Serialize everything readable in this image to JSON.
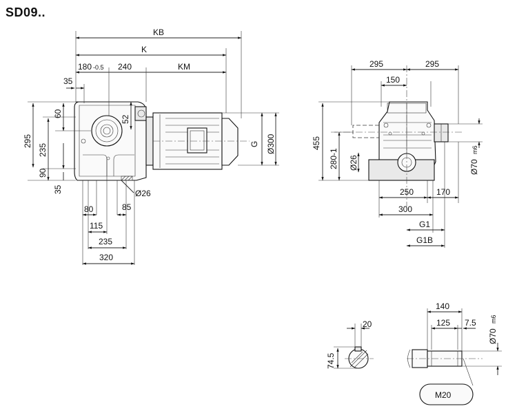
{
  "title": "SD09..",
  "side_view": {
    "dims": {
      "kb": "KB",
      "k": "K",
      "d180": "180",
      "d180_tol": "-0.5",
      "d240": "240",
      "km": "KM",
      "d35_top": "35",
      "d60": "60",
      "d52": "52",
      "d295": "295",
      "d235": "235",
      "d90": "90",
      "d35_bot": "35",
      "g": "G",
      "d300": "Ø300",
      "d26": "Ø26",
      "d80": "80",
      "d85": "85",
      "d115": "115",
      "d235b": "235",
      "d320": "320"
    }
  },
  "end_view": {
    "dims": {
      "d295a": "295",
      "d295b": "295",
      "d150": "150",
      "d455": "455",
      "d280": "280-1",
      "d26": "Ø26",
      "d70": "Ø70",
      "d70_tol": "m6",
      "d250": "250",
      "d170": "170",
      "d300": "300",
      "g1": "G1",
      "g1b": "G1B"
    }
  },
  "shaft_section": {
    "dims": {
      "d20": "20",
      "d745": "74.5"
    }
  },
  "shaft_end": {
    "dims": {
      "d140": "140",
      "d125": "125",
      "d75": "7.5",
      "d70": "Ø70",
      "d70_tol": "m6",
      "thread": "M20"
    }
  }
}
